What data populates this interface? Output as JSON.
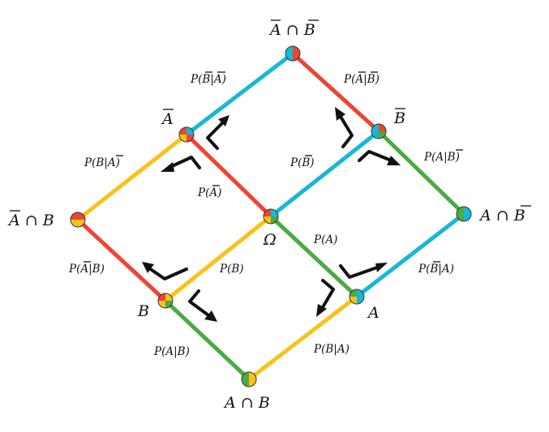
{
  "colors": {
    "red": "#ee4433",
    "cyan": "#19b7d6",
    "yellow": "#f9c21a",
    "green": "#4aaa44"
  },
  "nodes": {
    "not_a_and_not_b": {
      "pre": "",
      "a": "A",
      "op": " ∩ ",
      "b": "B"
    },
    "not_a": {
      "a": "A"
    },
    "not_b": {
      "b": "B"
    },
    "not_a_and_b": {
      "a": "A",
      "op": " ∩ ",
      "b": "B"
    },
    "omega": {
      "label": "Ω"
    },
    "a_and_not_b": {
      "a": "A",
      "op": " ∩ ",
      "b": "B"
    },
    "b": {
      "label": "B"
    },
    "a": {
      "label": "A"
    },
    "a_and_b": {
      "label": "A ∩ B"
    }
  },
  "edges": {
    "p_notb_given_nota": {
      "p": "P(",
      "x": "B",
      "bar": "|",
      "y": "A",
      "close": ")"
    },
    "p_nota_given_notb": {
      "p": "P(",
      "x": "A",
      "bar": "|",
      "y": "B",
      "close": ")"
    },
    "p_b_given_nota": {
      "p": "P(B|",
      "y": "A",
      "close": ")"
    },
    "p_notb": {
      "p": "P(",
      "x": "B",
      "close": ")"
    },
    "p_a_given_notb": {
      "p": "P(A|",
      "y": "B",
      "close": ")"
    },
    "p_nota": {
      "p": "P(",
      "x": "A",
      "close": ")"
    },
    "p_a": {
      "label": "P(A)"
    },
    "p_nota_given_b": {
      "p": "P(",
      "x": "A",
      "close": "|B)"
    },
    "p_b": {
      "label": "P(B)"
    },
    "p_notb_given_a": {
      "p": "P(",
      "x": "B",
      "close": "|A)"
    },
    "p_a_given_b": {
      "label": "P(A|B)"
    },
    "p_b_given_a": {
      "label": "P(B|A)"
    }
  }
}
